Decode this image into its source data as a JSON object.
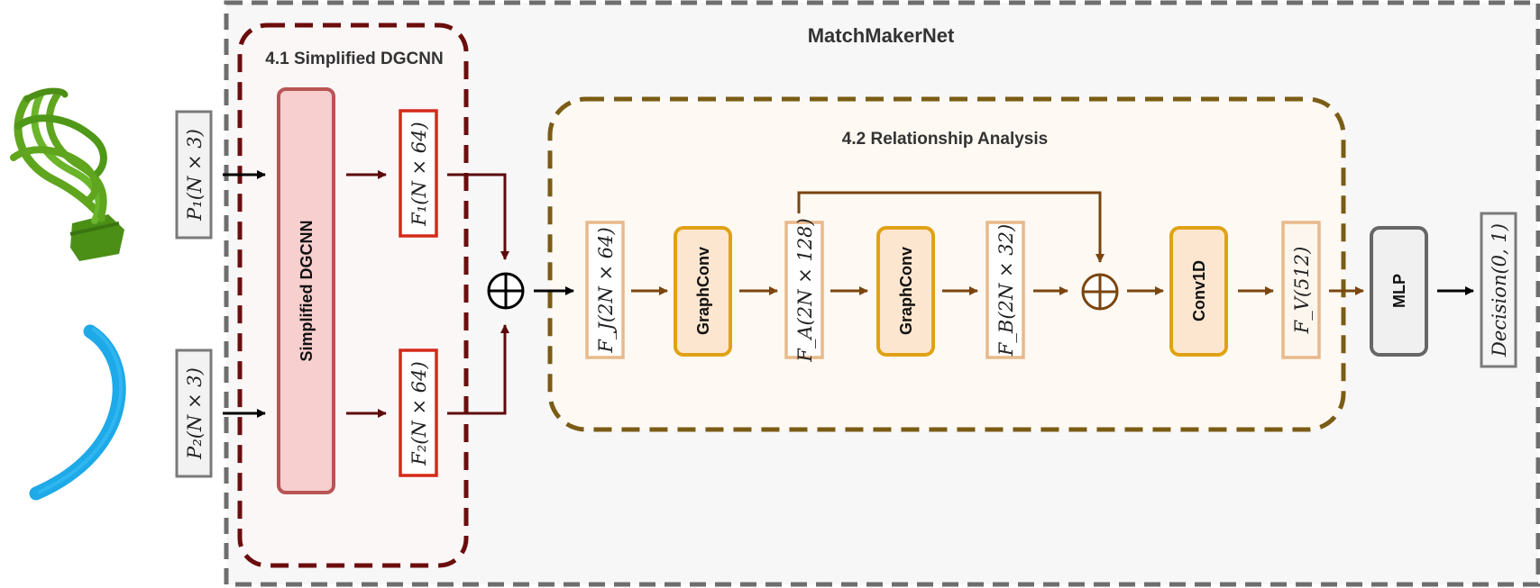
{
  "diagram": {
    "main_title": "MatchMakerNet",
    "section_dgcnn": "4.1 Simplified DGCNN",
    "section_relationship": "4.2 Relationship Analysis",
    "inputs": {
      "p1": "P₁(N × 3)",
      "p2": "P₂(N × 3)"
    },
    "dgcnn_block": "Simplified DGCNN",
    "features": {
      "f1": "F₁(N × 64)",
      "f2": "F₂(N × 64)",
      "fj": "F_J(2N × 64)",
      "fa": "F_A(2N × 128)",
      "fb": "F_B(2N × 32)",
      "fv": "F_V(512)"
    },
    "ops": {
      "graphconv1": "GraphConv",
      "graphconv2": "GraphConv",
      "conv1d": "Conv1D",
      "mlp": "MLP"
    },
    "output": "Decision(0, 1)",
    "colors": {
      "outer_border": "#6e6e6e",
      "dgcnn_border": "#6b0d0d",
      "dgcnn_block_fill": "#f7cfcf",
      "dgcnn_block_stroke": "#b85555",
      "feature_red": "#d42a1a",
      "relationship_border": "#7a5c14",
      "orange_stroke": "#e0a215",
      "orange_fill": "#fde6cf",
      "feature_tan": "#e8b98a",
      "arrow_dark_red": "#5c0a0a",
      "arrow_brown": "#7a4510",
      "green_object": "#5fa51e",
      "blue_object": "#1ea9e8"
    }
  }
}
